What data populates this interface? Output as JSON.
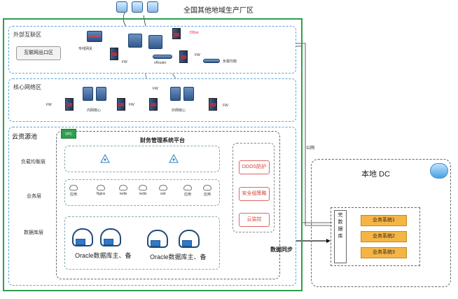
{
  "header": {
    "title": "全国其他地域生产厂区"
  },
  "zones": {
    "internet": {
      "title": "外部互联区",
      "exit_box": "互联网出口区"
    },
    "core": {
      "title": "核心网络区"
    },
    "pool": {
      "title": "云资源池"
    }
  },
  "device_labels": {
    "gateway": "专线网关",
    "ddos": "DDos",
    "fw": "FW",
    "vrouter": "vRouter",
    "lb": "负载均衡",
    "core_internal": "内网核心",
    "core_external": "外网核心"
  },
  "platform": {
    "title": "财务管理系统平台",
    "vpc_badge": "VPC",
    "layers": {
      "lb": "负载均衡层",
      "biz": "业务层",
      "db": "数据库层"
    },
    "services": [
      "应用",
      "Nginx",
      "redis",
      "redis",
      "solr",
      "应用",
      "应用"
    ],
    "db_labels": [
      "Oracle数据库主、备",
      "Oracle数据库主、备"
    ],
    "security": [
      "DDOS防护",
      "安全组策略",
      "云监控"
    ]
  },
  "connections": {
    "line_label": "公网",
    "sync_label": "数据同步"
  },
  "local_dc": {
    "title": "本地 DC",
    "sync_box_label": "数据库",
    "sync_box_prefix": "完",
    "systems": [
      "业务系统1",
      "业务系统2",
      "业务系统3"
    ]
  }
}
